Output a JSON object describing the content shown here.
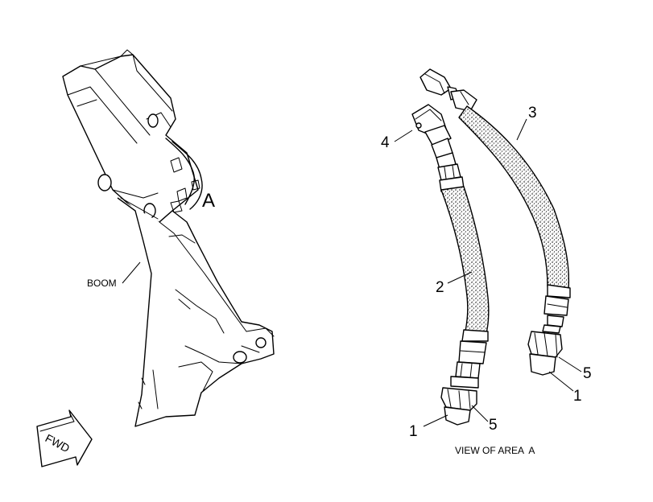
{
  "labels": {
    "boom": "BOOM",
    "area_marker": "A",
    "fwd": "FWD",
    "view_caption": "VIEW OF AREA  A"
  },
  "callouts": {
    "c1_left": "1",
    "c1_right": "1",
    "c2": "2",
    "c3": "3",
    "c4": "4",
    "c5_left": "5",
    "c5_right": "5"
  }
}
